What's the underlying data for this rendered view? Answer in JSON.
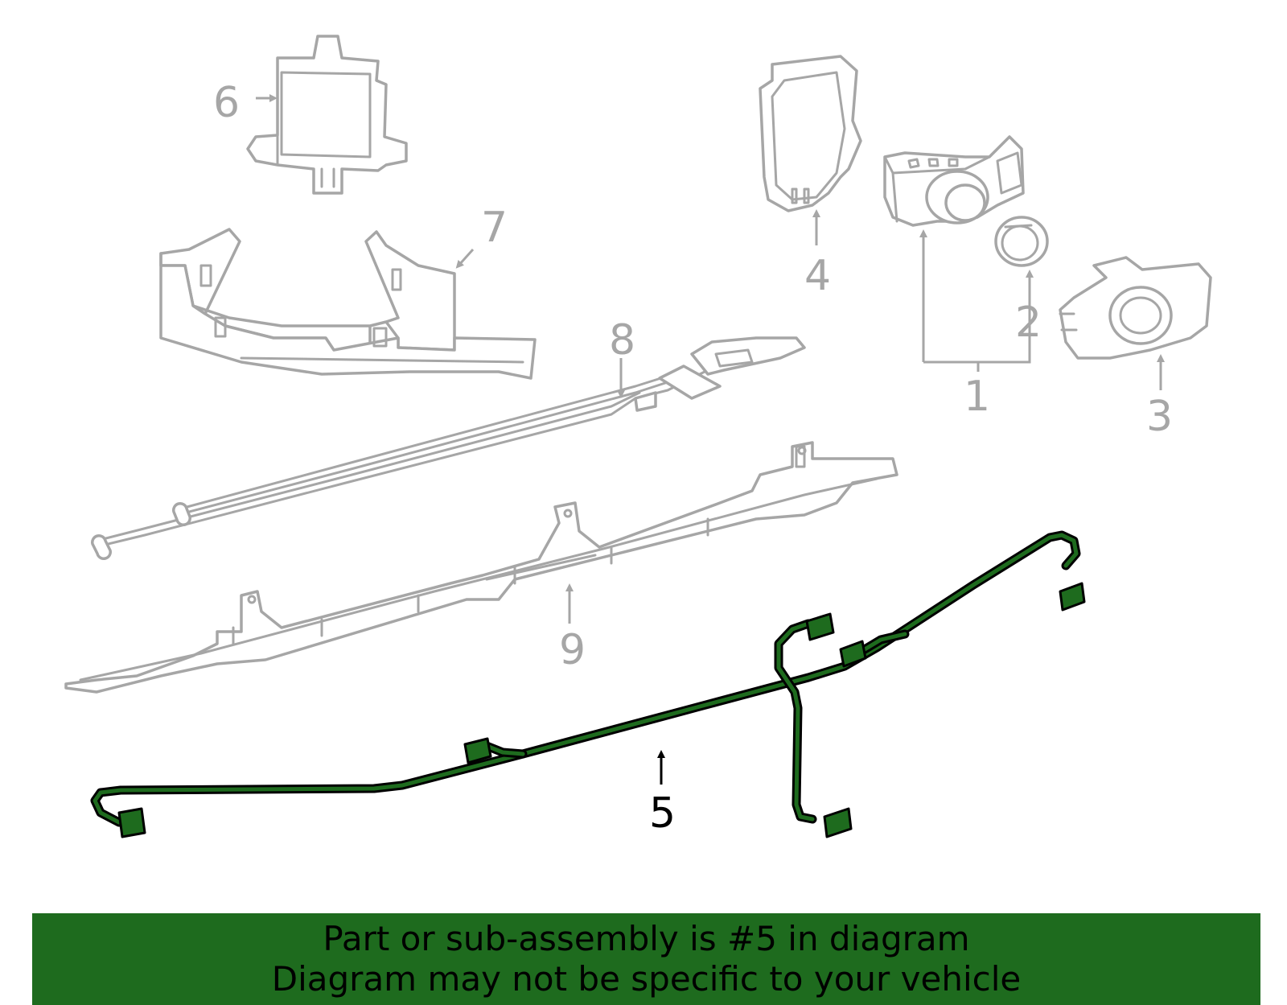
{
  "callouts": {
    "c1": "1",
    "c2": "2",
    "c3": "3",
    "c4": "4",
    "c5": "5",
    "c6": "6",
    "c7": "7",
    "c8": "8",
    "c9": "9"
  },
  "banner": {
    "line1": "Part or sub-assembly is #5 in diagram",
    "line2": "Diagram may not be specific to your vehicle"
  },
  "colors": {
    "highlight": "#1e6b1e",
    "part_outline": "#a6a6a6",
    "banner_bg": "#1e6b1e"
  }
}
